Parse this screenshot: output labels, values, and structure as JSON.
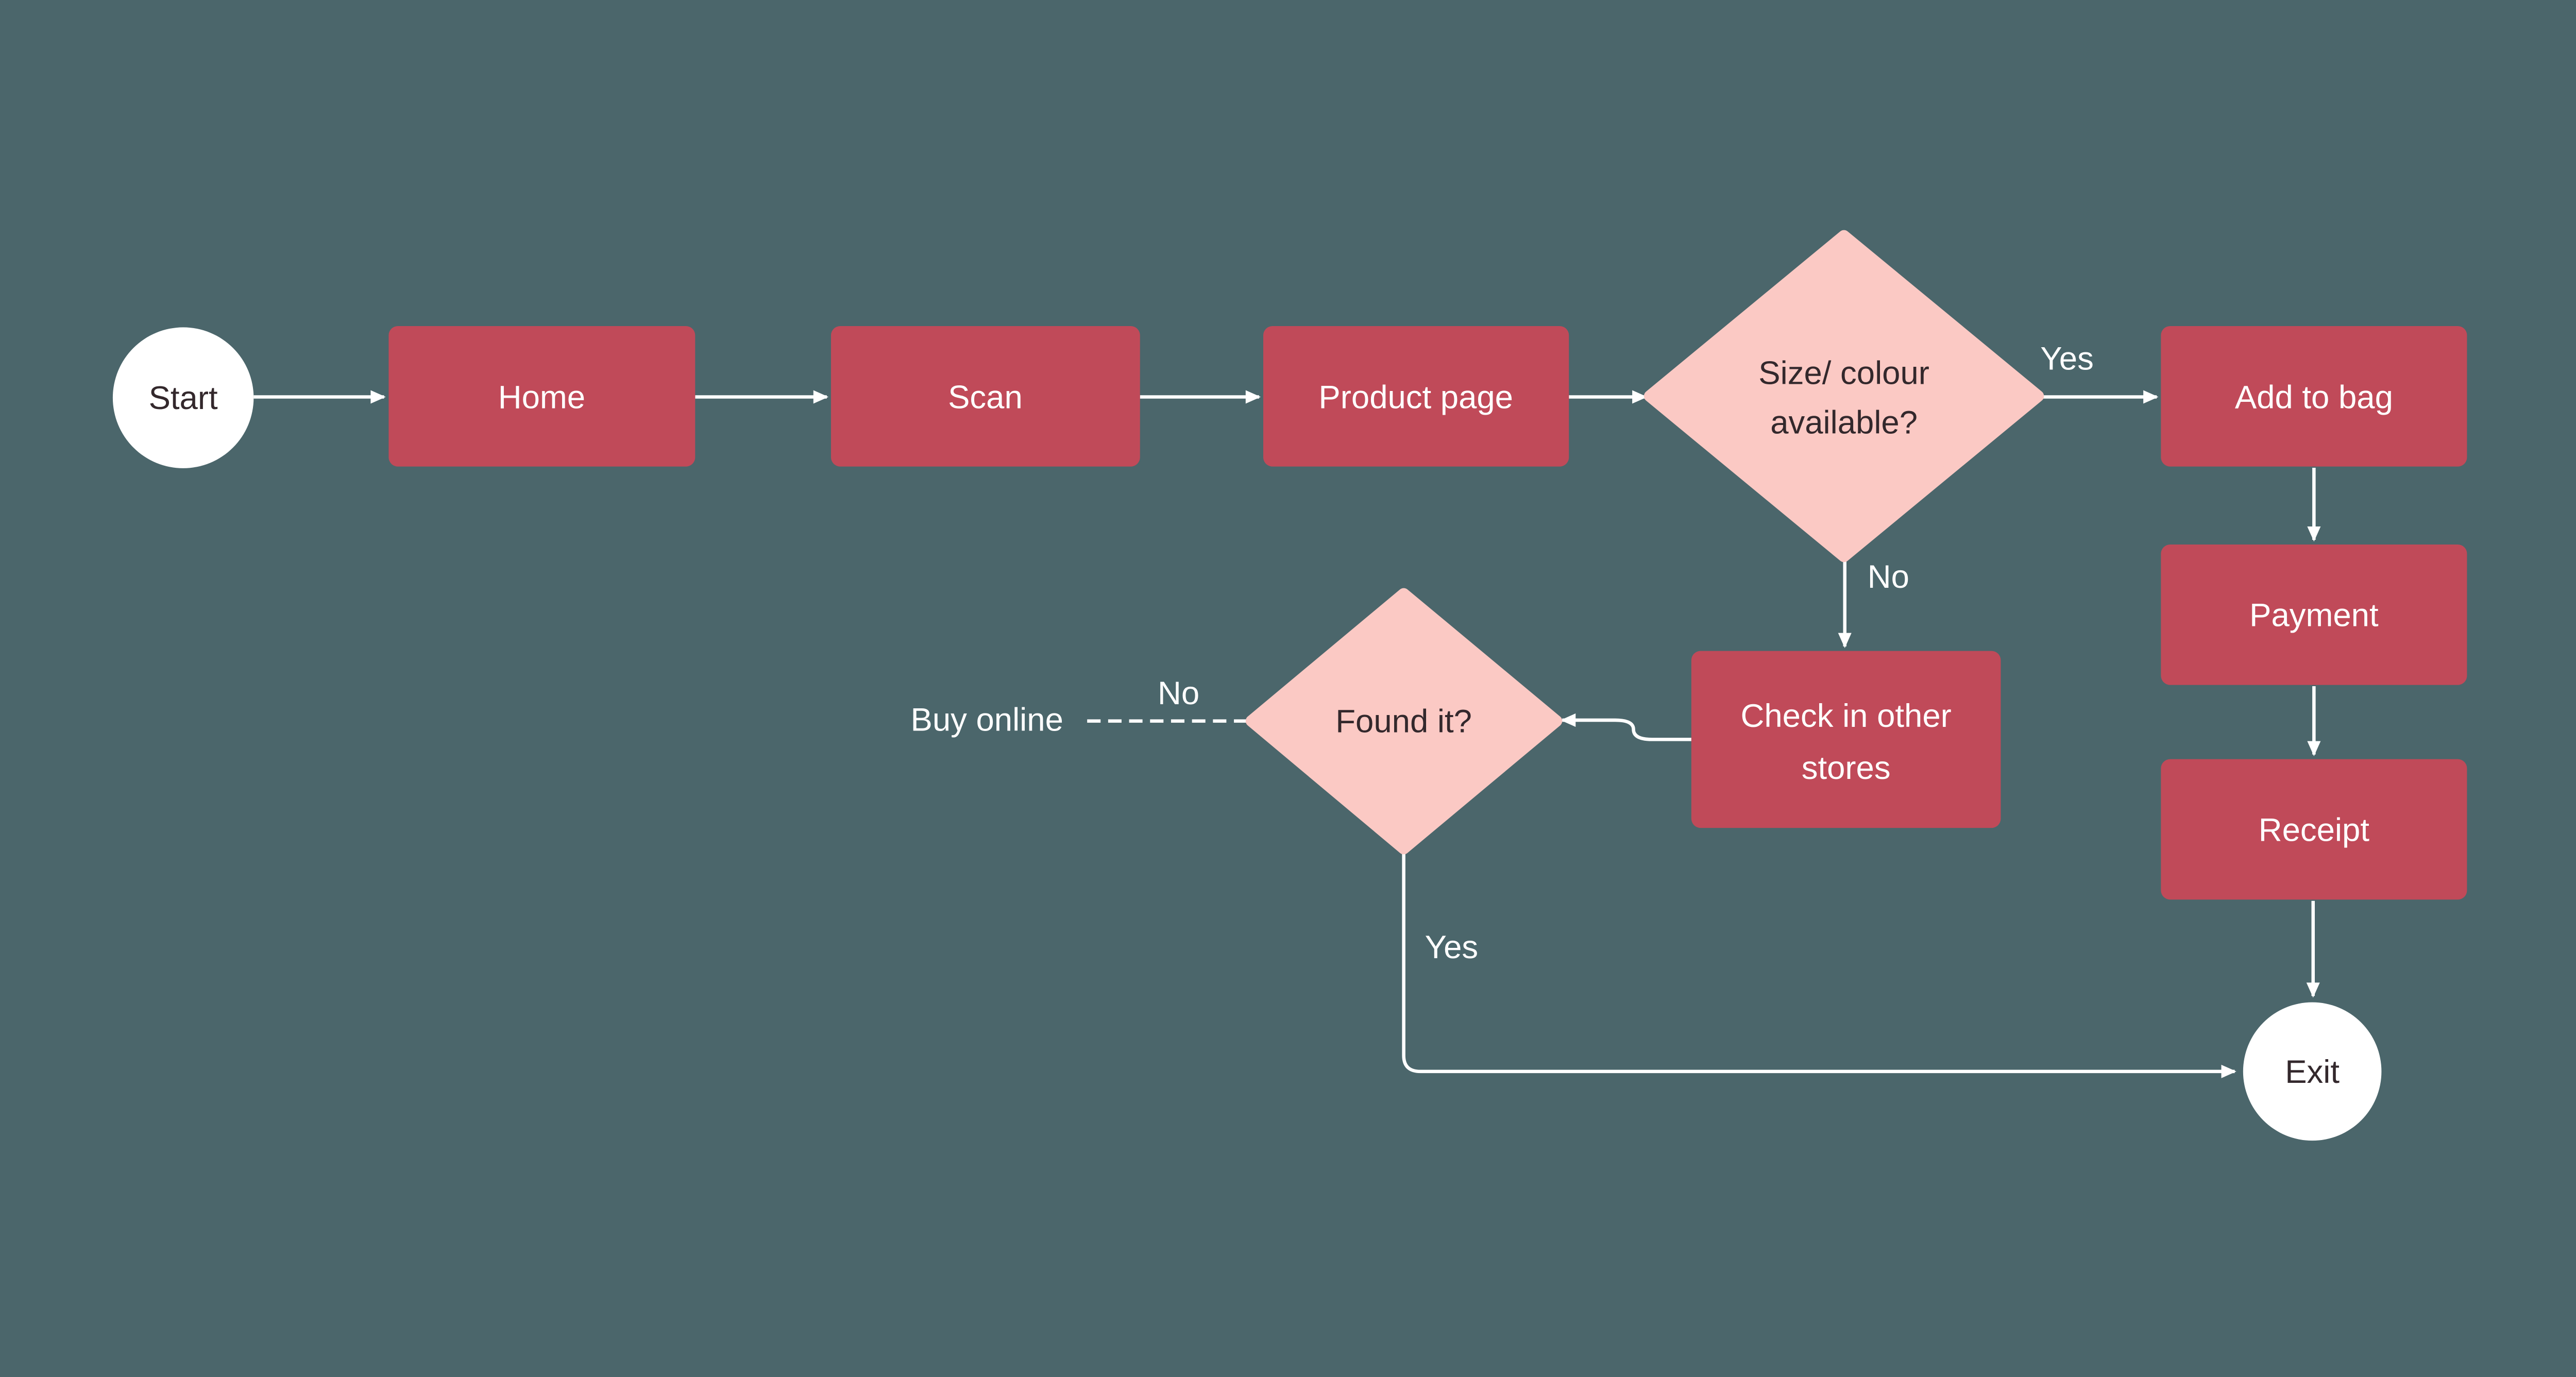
{
  "diagram": {
    "background": "#4B666B",
    "colors": {
      "process_fill": "#C04A59",
      "decision_fill": "#FBC9C4",
      "terminator_fill": "#FFFFFF",
      "connector": "#FFFFFF",
      "text_on_red": "#FFFFFF",
      "text_on_light": "#33282C"
    },
    "nodes": {
      "start": {
        "label": "Start",
        "shape": "circle"
      },
      "home": {
        "label": "Home",
        "shape": "rect"
      },
      "scan": {
        "label": "Scan",
        "shape": "rect"
      },
      "product_page": {
        "label": "Product page",
        "shape": "rect"
      },
      "size_colour_available": {
        "label_line_1": "Size/ colour",
        "label_line_2": "available?",
        "shape": "diamond"
      },
      "add_to_bag": {
        "label": "Add to bag",
        "shape": "rect"
      },
      "payment": {
        "label": "Payment",
        "shape": "rect"
      },
      "receipt": {
        "label": "Receipt",
        "shape": "rect"
      },
      "check_in_other_stores": {
        "label_line_1": "Check in other",
        "label_line_2": "stores",
        "shape": "rect"
      },
      "found_it": {
        "label": "Found it?",
        "shape": "diamond"
      },
      "buy_online": {
        "label": "Buy online",
        "shape": "text"
      },
      "exit": {
        "label": "Exit",
        "shape": "circle"
      }
    },
    "edge_labels": {
      "size_yes": "Yes",
      "size_no": "No",
      "found_no": "No",
      "found_yes": "Yes"
    }
  }
}
